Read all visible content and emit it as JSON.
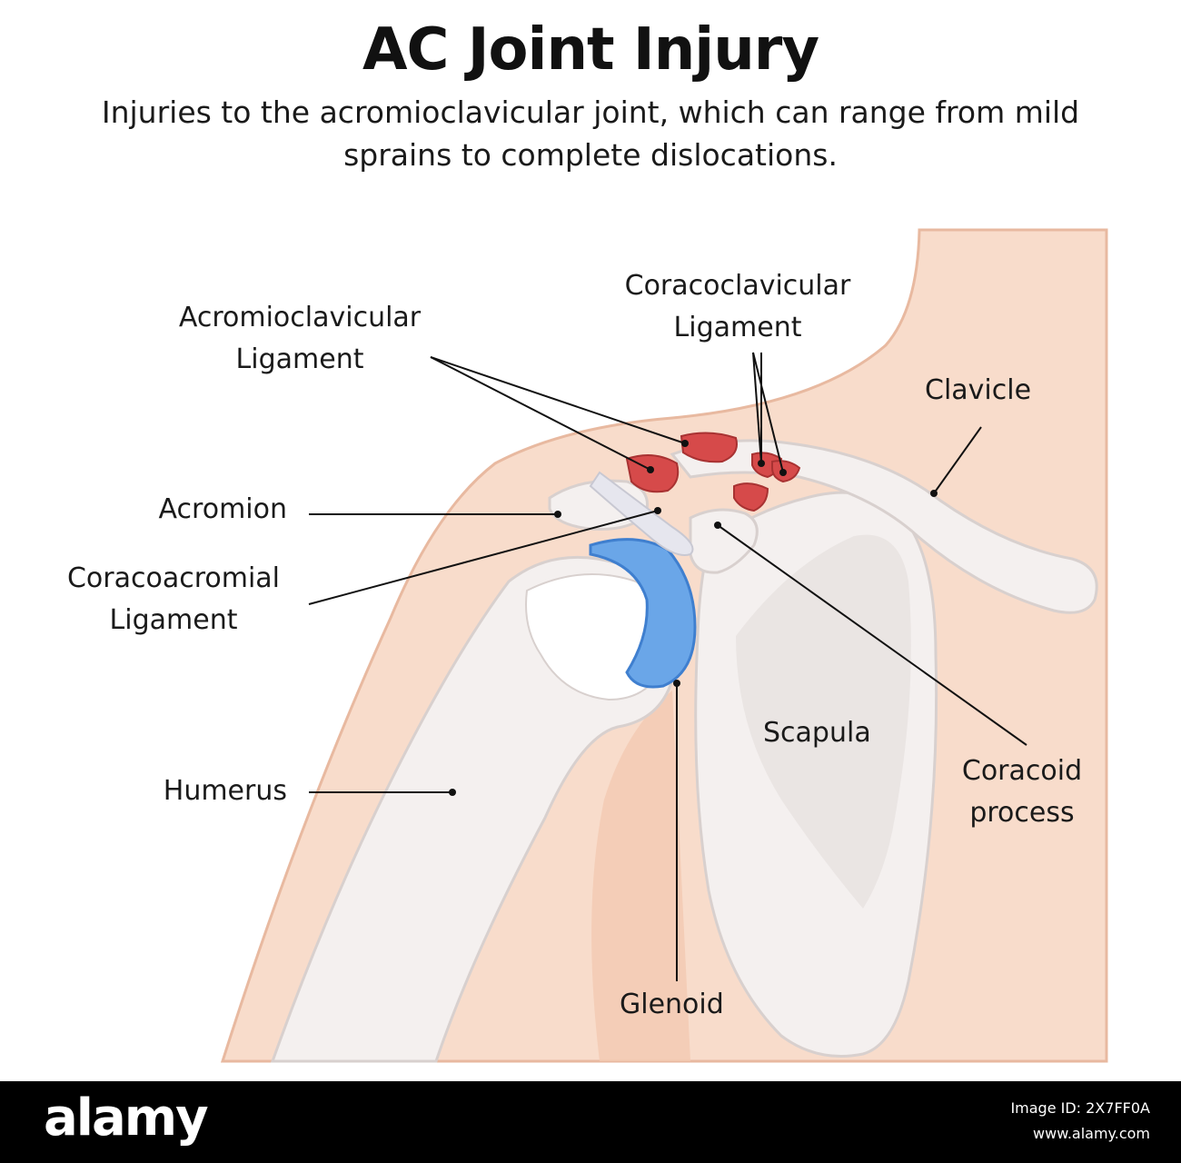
{
  "title": "AC Joint Injury",
  "subtitle": "Injuries to the acromioclavicular joint, which can range from mild sprains to complete dislocations.",
  "labels": {
    "acromioclavicular_ligament": [
      "Acromioclavicular",
      "Ligament"
    ],
    "coracoclavicular_ligament": [
      "Coracoclavicular",
      "Ligament"
    ],
    "clavicle": "Clavicle",
    "acromion": "Acromion",
    "coracoacromial_ligament": [
      "Coracoacromial",
      "Ligament"
    ],
    "scapula": "Scapula",
    "coracoid_process": [
      "Coracoid",
      "process"
    ],
    "humerus": "Humerus",
    "glenoid": "Glenoid"
  },
  "footer": {
    "logo": "alamy",
    "image_id": "Image ID: 2X7FF0A",
    "site": "www.alamy.com"
  },
  "colors": {
    "skin": "#f7d9c8",
    "skin_outline": "#e8b9a0",
    "bone": "#f3efee",
    "bone_outline": "#d9d2d0",
    "cartilage": "#6aa6e8",
    "torn_ligament": "#d64a4a",
    "ligament": "#e4e4ea"
  }
}
